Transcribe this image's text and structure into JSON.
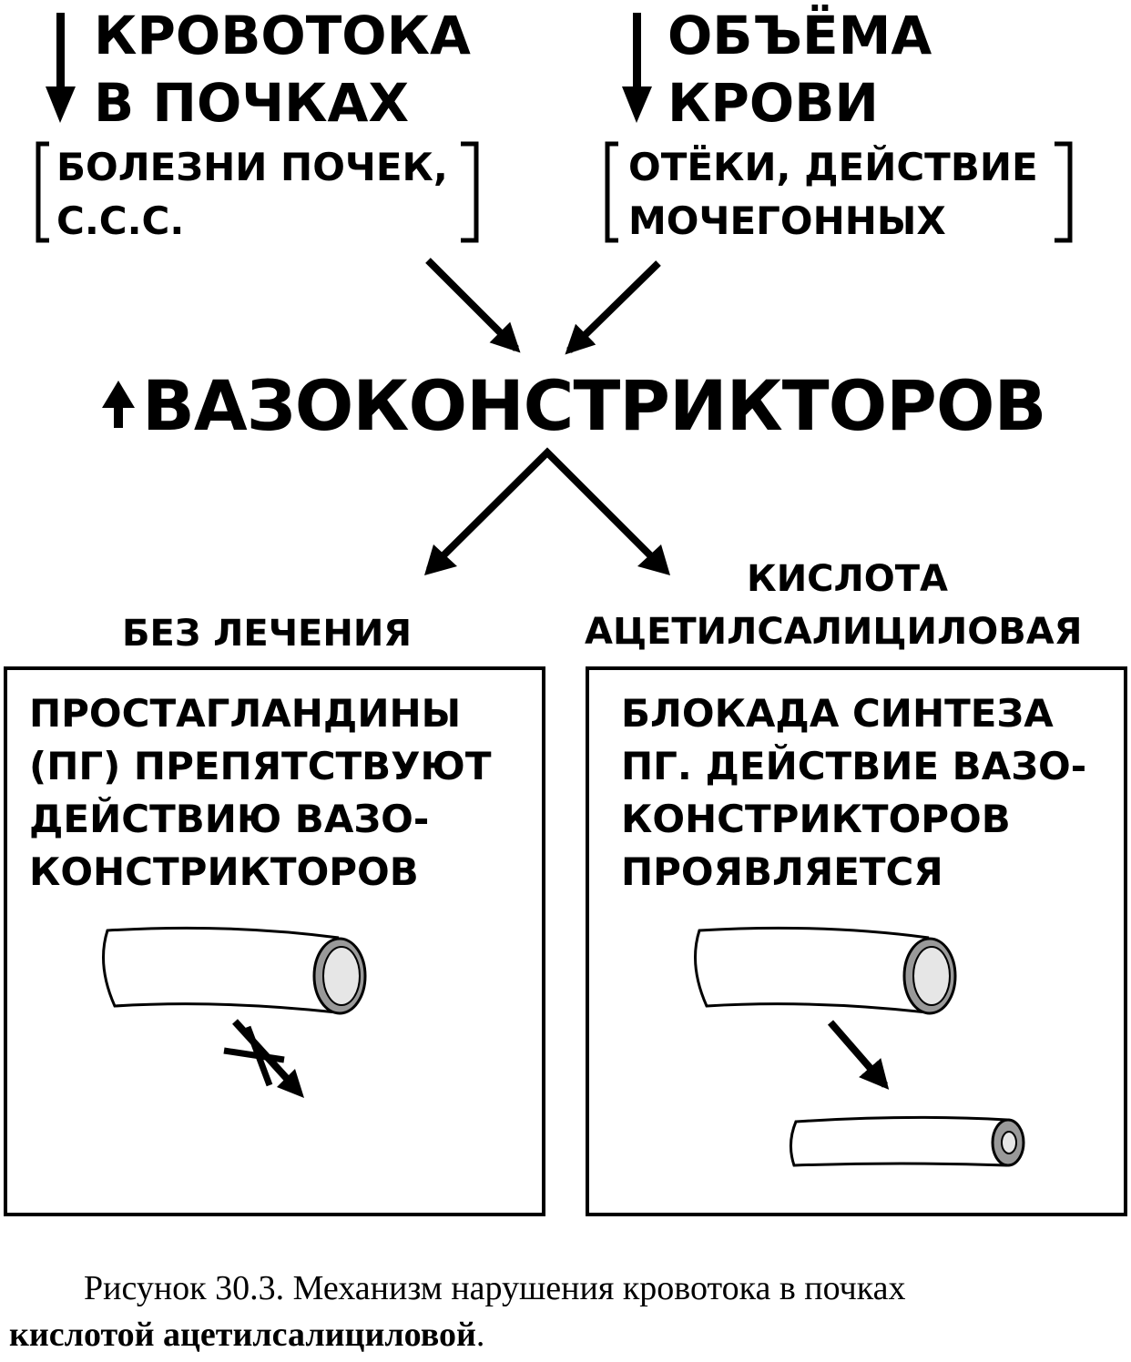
{
  "top_left": {
    "line1": "КРОВОТОКА",
    "line2": "В ПОЧКАХ",
    "cause1": "БОЛЕЗНИ ПОЧЕК,",
    "cause2": "С.С.С."
  },
  "top_right": {
    "line1": "ОБЪЁМА",
    "line2": "КРОВИ",
    "cause1": "ОТЁКИ, ДЕЙСТВИЕ",
    "cause2": "МОЧЕГОННЫХ"
  },
  "center": {
    "title": "ВАЗОКОНСТРИКТОРОВ"
  },
  "left_branch": {
    "label": "БЕЗ ЛЕЧЕНИЯ",
    "lines": [
      "ПРОСТАГЛАНДИНЫ",
      "(ПГ) ПРЕПЯТСТВУЮТ",
      "ДЕЙСТВИЮ ВАЗО-",
      "КОНСТРИКТОРОВ"
    ]
  },
  "right_branch": {
    "label1": "КИСЛОТА",
    "label2": "АЦЕТИЛСАЛИЦИЛОВАЯ",
    "lines": [
      "БЛОКАДА СИНТЕЗА",
      "ПГ. ДЕЙСТВИЕ ВАЗО-",
      "КОНСТРИКТОРОВ",
      "ПРОЯВЛЯЕТСЯ"
    ]
  },
  "caption": {
    "line1": "Рисунок 30.3. Механизм нарушения кровотока в почках",
    "line2_bold": "кислотой ацетилсалициловой",
    "line2_end": "."
  },
  "colors": {
    "ink": "#000000",
    "vessel_fill": "#ffffff",
    "lumen_ring": "#999999",
    "lumen": "#e6e6e6"
  }
}
